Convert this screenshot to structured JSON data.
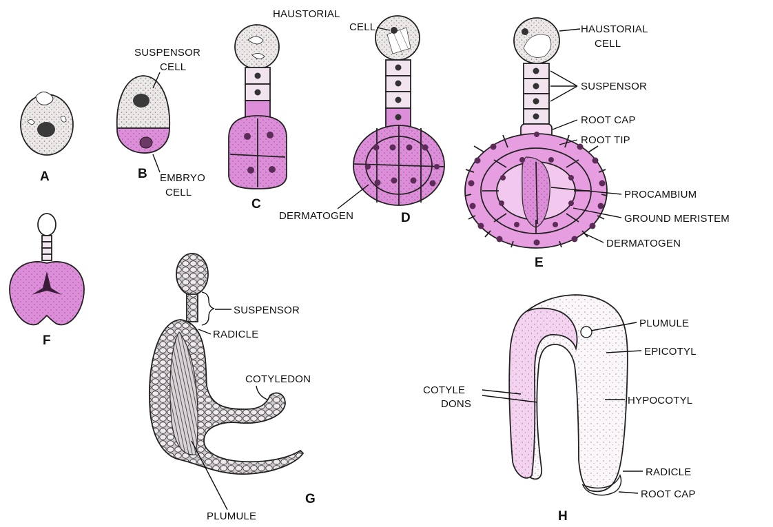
{
  "figures": {
    "A": {
      "label": "A"
    },
    "B": {
      "label": "B",
      "suspensor_cell": [
        "SUSPENSOR",
        "CELL"
      ],
      "embryo_cell": [
        "EMBRYO",
        "CELL"
      ]
    },
    "C": {
      "label": "C"
    },
    "D": {
      "label": "D",
      "haustorial_cell": [
        "HAUSTORIAL",
        "CELL"
      ],
      "dermatogen": "DERMATOGEN"
    },
    "E": {
      "label": "E",
      "haustorial_cell": [
        "HAUSTORIAL",
        "CELL"
      ],
      "suspensor": "SUSPENSOR",
      "root_cap": "ROOT CAP",
      "root_tip": "ROOT TIP",
      "procambium": "PROCAMBIUM",
      "ground_meristem": "GROUND MERISTEM",
      "dermatogen": "DERMATOGEN"
    },
    "F": {
      "label": "F"
    },
    "G": {
      "label": "G",
      "suspensor": "SUSPENSOR",
      "radicle": "RADICLE",
      "cotyledon": "COTYLEDON",
      "plumule": "PLUMULE"
    },
    "H": {
      "label": "H",
      "plumule": "PLUMULE",
      "epicotyl": "EPICOTYL",
      "cotyledons": [
        "COTYLE",
        "DONS"
      ],
      "hypocotyl": "HYPOCOTYL",
      "radicle": "RADICLE",
      "root_cap": "ROOT CAP"
    }
  },
  "colors": {
    "embryo_pink": "#dd8ed8",
    "light_pink": "#f3c8ee",
    "speckle": "#e9e4e4",
    "outline": "#222222",
    "nucleus": "#333333"
  }
}
